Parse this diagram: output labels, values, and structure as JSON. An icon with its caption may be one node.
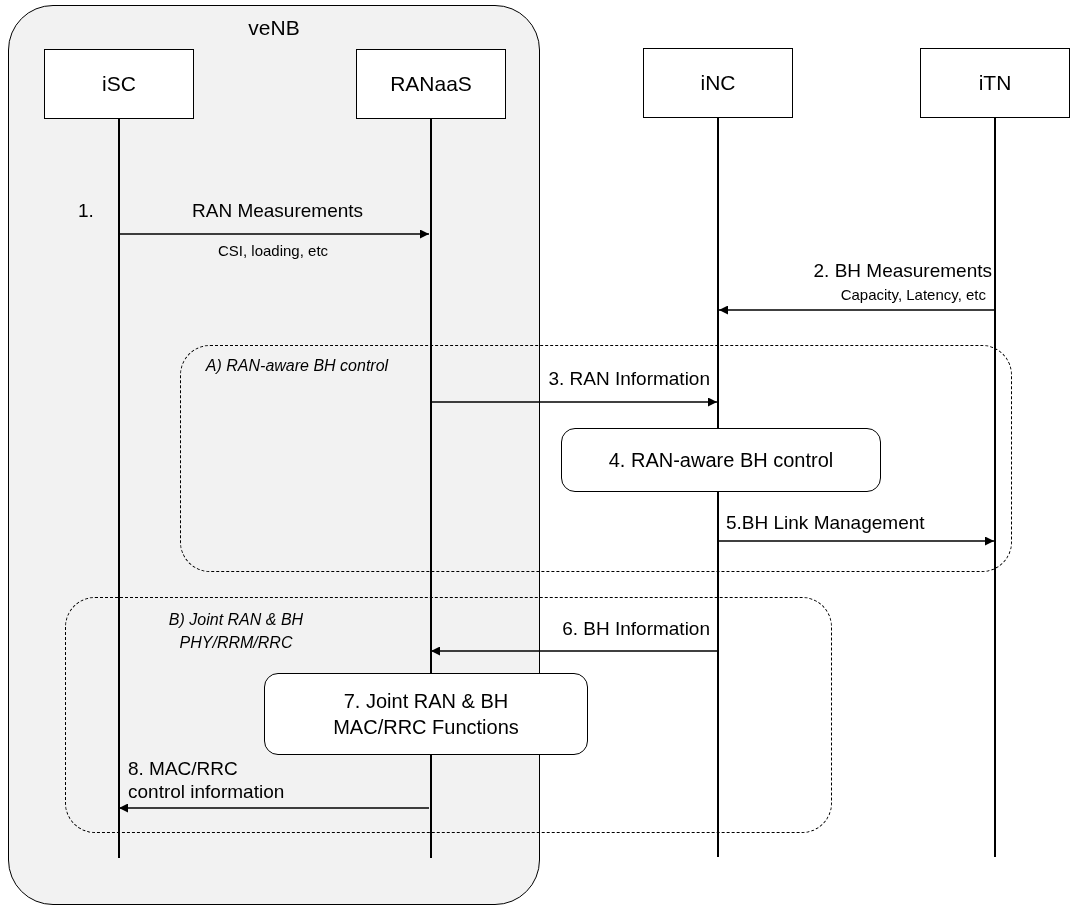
{
  "diagram": {
    "nodes": [
      {
        "text": [
          "veNB"
        ]
      },
      {
        "text": [
          "iSC"
        ],
        "in": 0
      },
      {
        "text": [
          "RANaaS"
        ],
        "in": 0
      },
      {
        "text": [
          "iNC"
        ]
      },
      {
        "text": [
          "iTN"
        ]
      },
      {
        "text": [
          "A) RAN-aware BH control"
        ]
      },
      {
        "text": [
          "4. RAN-aware BH control"
        ],
        "in": 5
      },
      {
        "text": [
          "B) Joint RAN & BH PHY/RRM/RRC"
        ]
      },
      {
        "text": [
          "7. Joint RAN & BH MAC/RRC Functions"
        ],
        "in": 7
      }
    ],
    "edges": [
      {
        "from": 1,
        "to": 2,
        "arrow": "to",
        "label": "RAN Measurements"
      },
      {
        "from": 4,
        "to": 3,
        "arrow": "to",
        "label": "2. BH Measurements"
      },
      {
        "from": 2,
        "to": 3,
        "arrow": "to",
        "label": "3. RAN Information"
      },
      {
        "from": 3,
        "to": 4,
        "arrow": "to",
        "label": "5.BH Link Management"
      },
      {
        "from": 3,
        "to": 2,
        "arrow": "to",
        "label": "6. BH Information"
      },
      {
        "from": 2,
        "to": 1,
        "arrow": "to",
        "label": "8. MAC/RRC control information"
      }
    ],
    "labels": [
      "1.",
      "CSI, loading, etc",
      "Capacity, Latency, etc"
    ]
  }
}
